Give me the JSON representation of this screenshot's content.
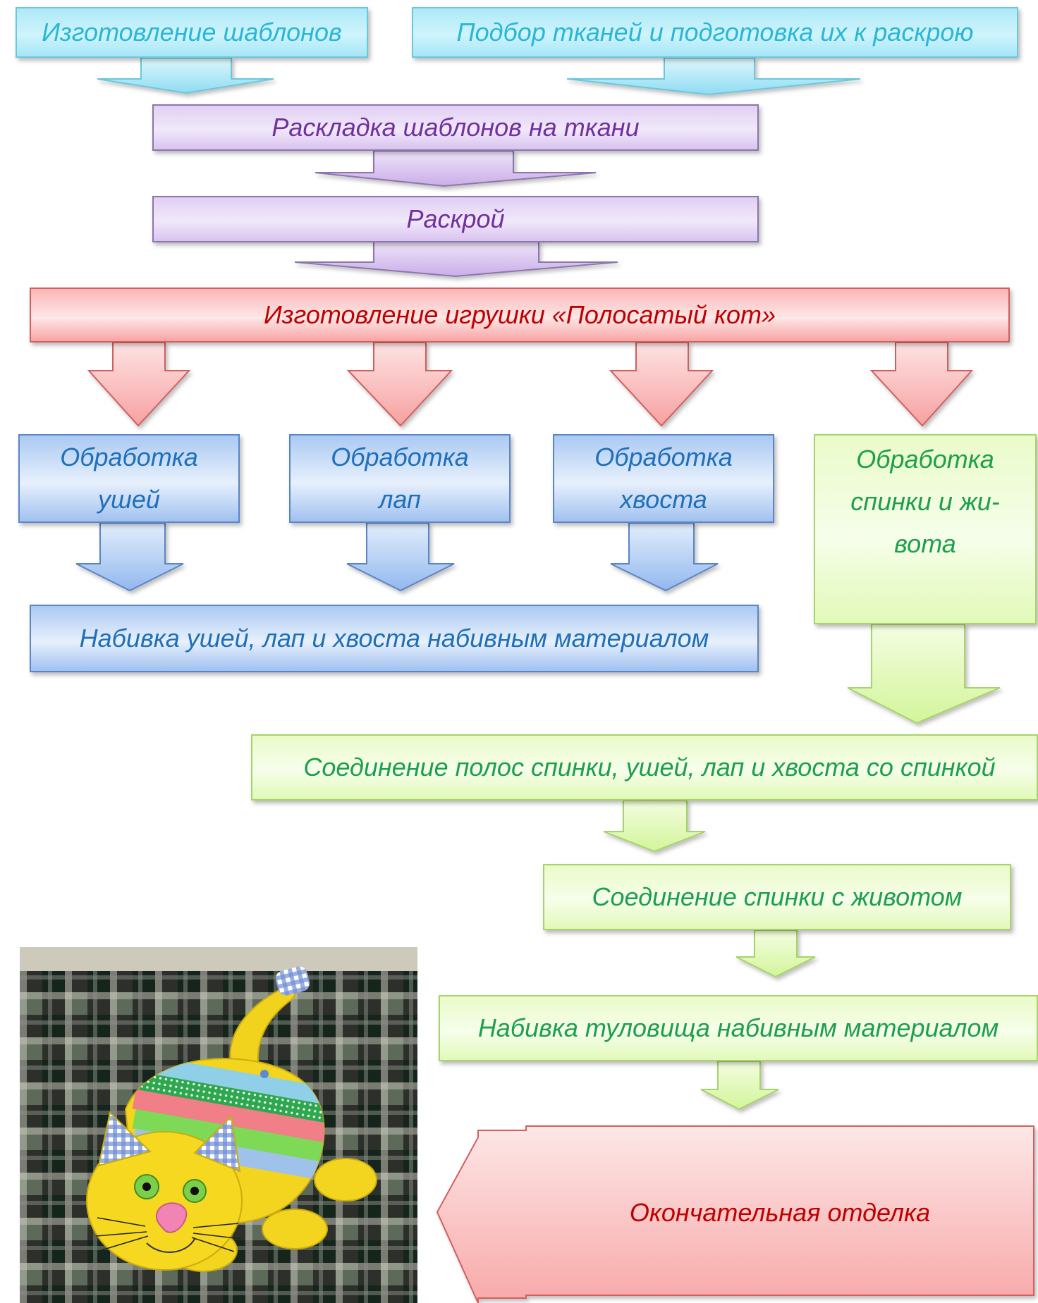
{
  "steps": {
    "templates": "Изготовление шаблонов",
    "fabric": "Подбор тканей и подготовка их к раскрою",
    "layout": "Раскладка шаблонов на ткани",
    "cutting": "Раскрой",
    "toy": "Изготовление игрушки «Полосатый кот»",
    "ears": [
      "Обработка",
      "ушей"
    ],
    "paws": [
      "Обработка",
      "лап"
    ],
    "tail": [
      "Обработка",
      "хвоста"
    ],
    "back": [
      "Обработка",
      "спинки и жи-",
      "вота"
    ],
    "stuffing_parts": "Набивка ушей, лап и хвоста набивным материалом",
    "joining_parts": "Соединение полос спинки, ушей, лап и хвоста со спинкой",
    "joining_belly": "Соединение спинки с животом",
    "stuffing_body": "Набивка туловища набивным материалом",
    "finishing": "Окончательная отделка"
  },
  "colors": {
    "cyan": "#29b6d8",
    "violet": "#7030a0",
    "red": "#c00000",
    "blue": "#1f6fba",
    "green": "#1d9f4c"
  },
  "photo": {
    "subject": "stuffed striped cat toy on checkered blanket"
  }
}
